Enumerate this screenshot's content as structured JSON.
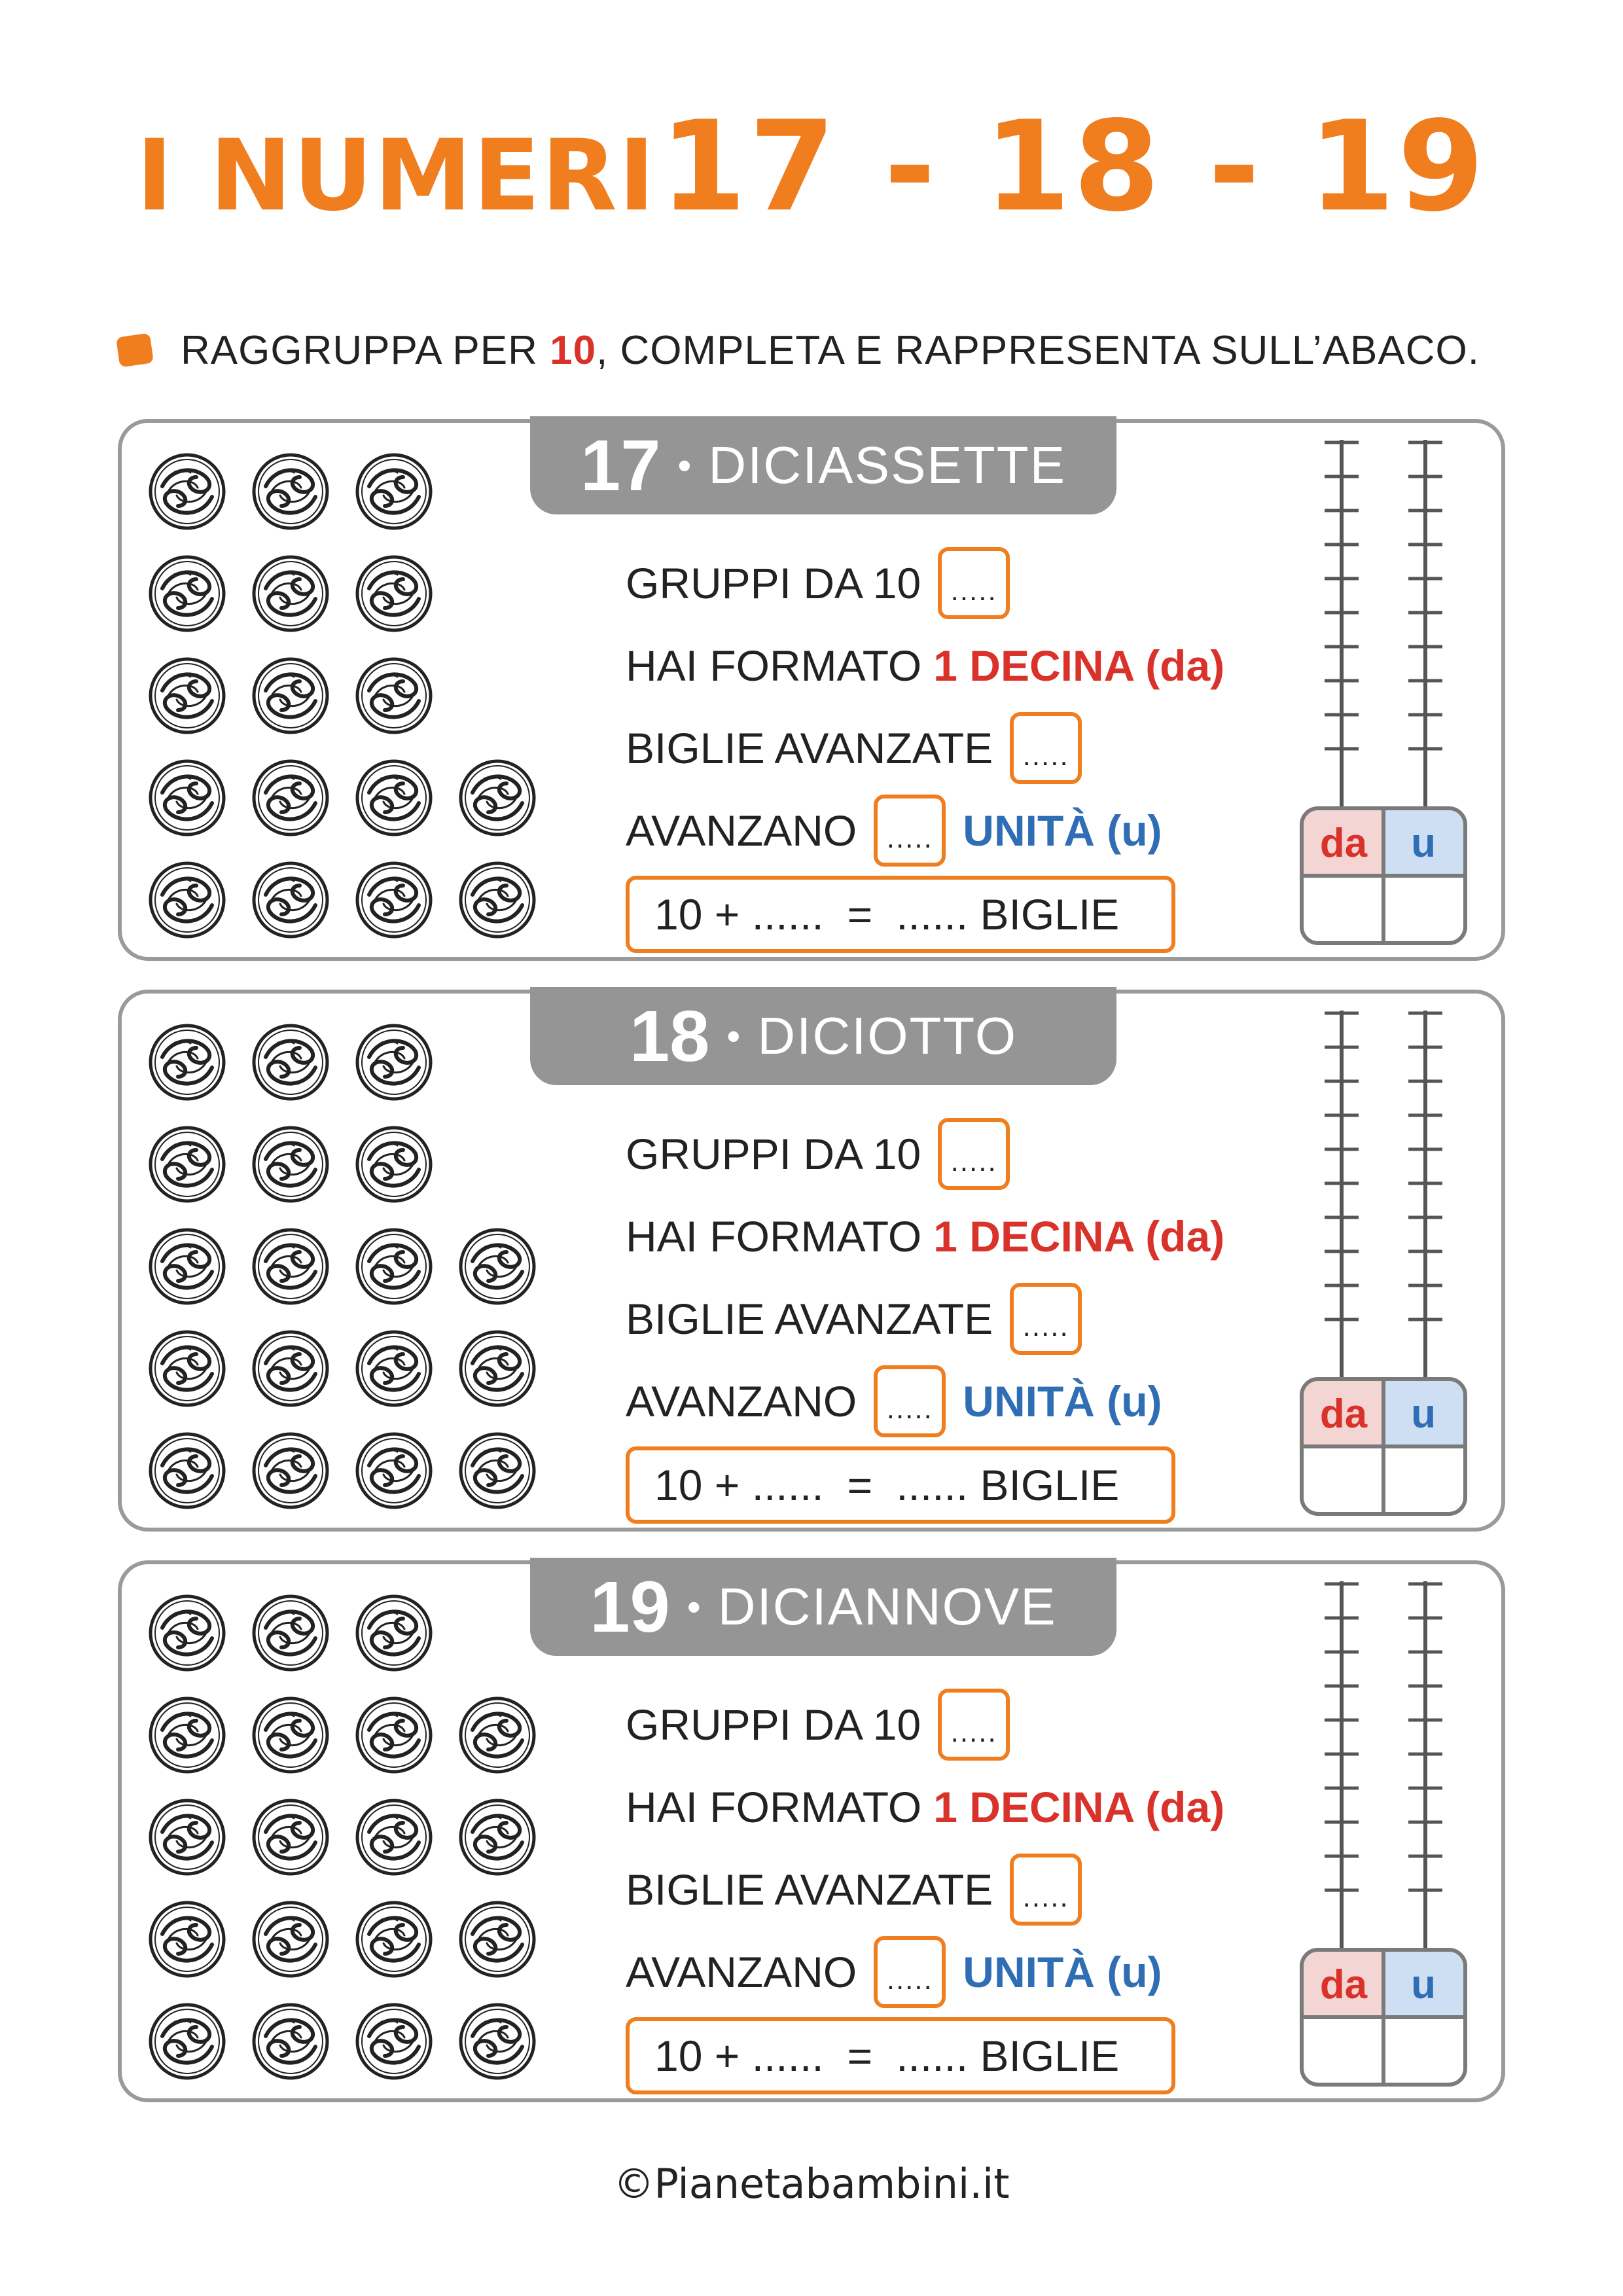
{
  "title": {
    "word": "I NUMERI",
    "numbers": "17 - 18 - 19"
  },
  "instruction": {
    "before": "RAGGRUPPA PER ",
    "highlight": "10",
    "after": ", COMPLETA E RAPPRESENTA SULL’ABACO."
  },
  "colors": {
    "orange": "#f07d1e",
    "red": "#d9322b",
    "blue": "#2f6eb5",
    "gray": "#959595"
  },
  "panels": [
    {
      "number": "17",
      "word": "DICIASSETTE",
      "marbles": 17,
      "marble_rows": [
        3,
        3,
        3,
        4,
        4
      ],
      "labels": {
        "groups": "GRUPPI DA 10",
        "formed": "HAI FORMATO",
        "decina": "1 DECINA (da)",
        "leftover": "BIGLIE AVANZATE",
        "remain": "AVANZANO",
        "unita": "UNITÀ (u)",
        "blank": ".....",
        "eq_start": "10 + ......",
        "eq_sign": "=",
        "eq_end": "...... BIGLIE",
        "da": "da",
        "u": "u"
      }
    },
    {
      "number": "18",
      "word": "DICIOTTO",
      "marbles": 18,
      "marble_rows": [
        3,
        3,
        4,
        4,
        4
      ],
      "labels": {
        "groups": "GRUPPI DA 10",
        "formed": "HAI FORMATO",
        "decina": "1 DECINA (da)",
        "leftover": "BIGLIE AVANZATE",
        "remain": "AVANZANO",
        "unita": "UNITÀ (u)",
        "blank": ".....",
        "eq_start": "10 + ......",
        "eq_sign": "=",
        "eq_end": "...... BIGLIE",
        "da": "da",
        "u": "u"
      }
    },
    {
      "number": "19",
      "word": "DICIANNOVE",
      "marbles": 19,
      "marble_rows": [
        3,
        4,
        4,
        4,
        4
      ],
      "labels": {
        "groups": "GRUPPI DA 10",
        "formed": "HAI FORMATO",
        "decina": "1 DECINA (da)",
        "leftover": "BIGLIE AVANZATE",
        "remain": "AVANZANO",
        "unita": "UNITÀ (u)",
        "blank": ".....",
        "eq_start": "10 + ......",
        "eq_sign": "=",
        "eq_end": "...... BIGLIE",
        "da": "da",
        "u": "u"
      }
    }
  ],
  "footer": "©Pianetabambini.it"
}
